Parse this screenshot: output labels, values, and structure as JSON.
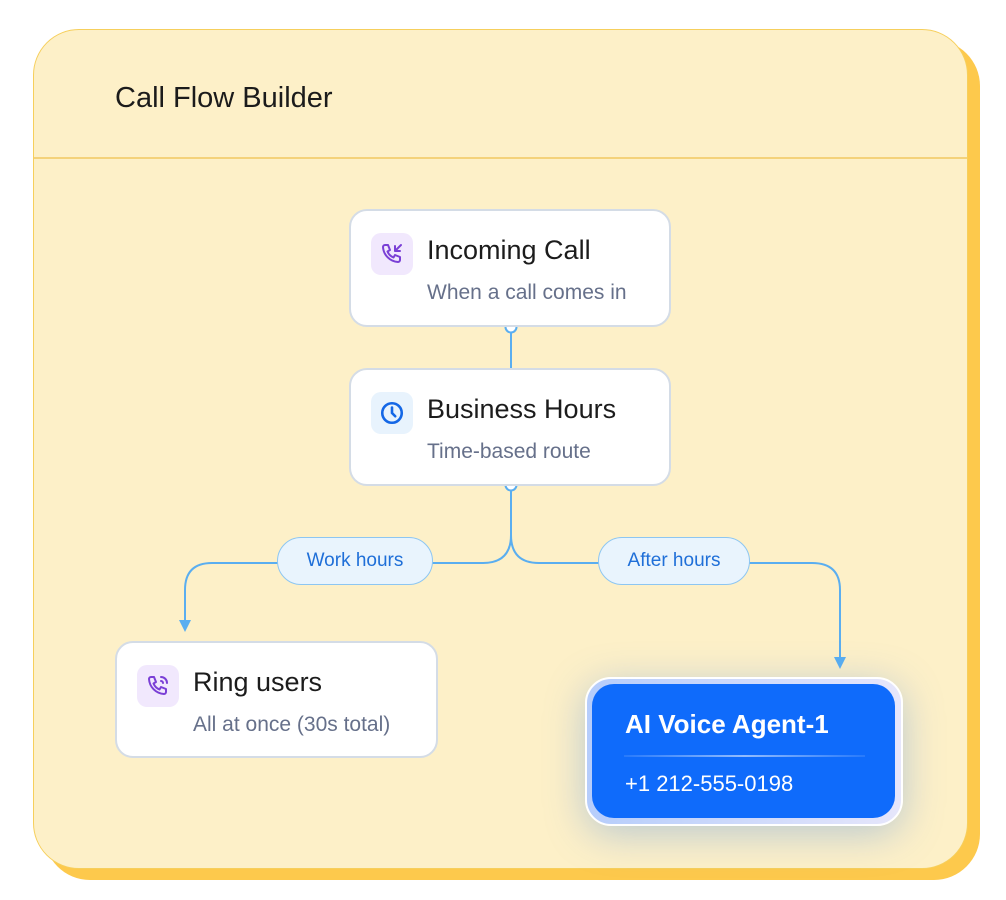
{
  "header": {
    "title": "Call Flow Builder"
  },
  "nodes": {
    "incoming": {
      "title": "Incoming Call",
      "subtitle": "When a call comes in",
      "icon": "phone-incoming-icon"
    },
    "business": {
      "title": "Business Hours",
      "subtitle": "Time-based route",
      "icon": "clock-icon"
    },
    "ring": {
      "title": "Ring users",
      "subtitle": "All at once (30s total)",
      "icon": "phone-ringing-icon"
    },
    "agent": {
      "title": "AI Voice Agent-1",
      "phone": "+1 212-555-0198"
    }
  },
  "branches": {
    "work": "Work hours",
    "after": "After hours"
  },
  "colors": {
    "panel": "#fdf0c8",
    "accent": "#0f6bfb",
    "wire": "#5aaef0",
    "purple": "#7a3fd6"
  }
}
